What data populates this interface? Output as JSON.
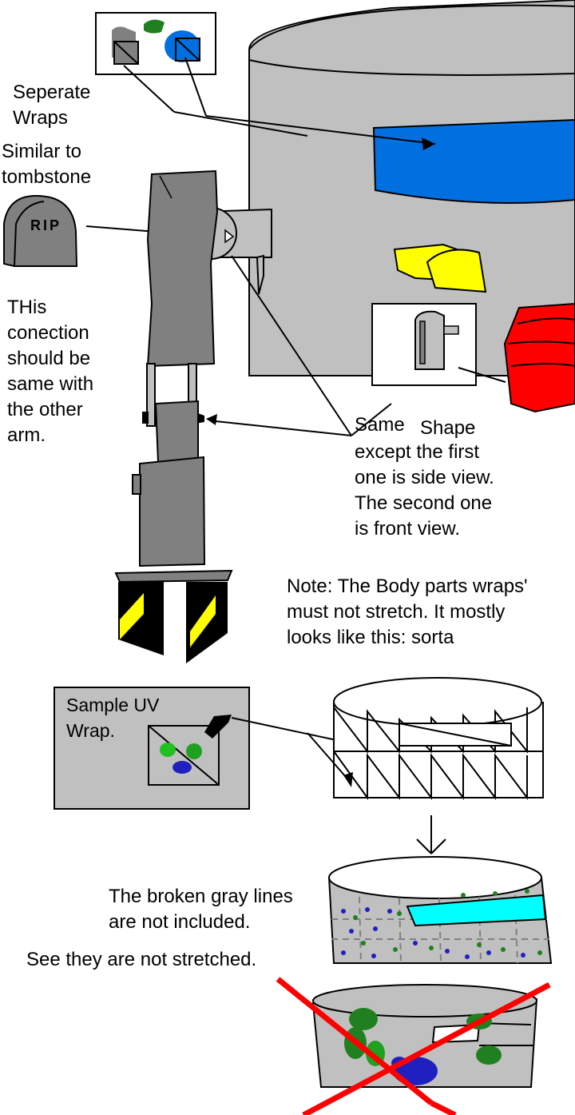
{
  "labels": {
    "separate_wraps": "Seperate\nWraps",
    "similar_tombstone": "Similar to\ntombstone",
    "rip": "RIP",
    "connection_note": "THis\nconection\nshould be\nsame with\nthe other\narm.",
    "same_shape_word": "Same",
    "shape_word": "Shape",
    "same_shape_rest": "except the first\none is side view.\nThe second one\nis front view.",
    "body_note": "Note: The Body parts wraps'\nmust not stretch. It mostly\nlooks like this: sorta",
    "sample_uv": "Sample UV\nWrap.",
    "broken_gray": "The broken gray lines\nare not included.",
    "not_stretched": "See they are not stretched."
  },
  "colors": {
    "gray_body": "#c0c0c0",
    "dark_gray": "#808080",
    "blue": "#0070e0",
    "red": "#ff0000",
    "yellow": "#ffff00",
    "green": "#208020",
    "cyan": "#00ffff",
    "navy": "#2020c0",
    "black": "#000000"
  }
}
